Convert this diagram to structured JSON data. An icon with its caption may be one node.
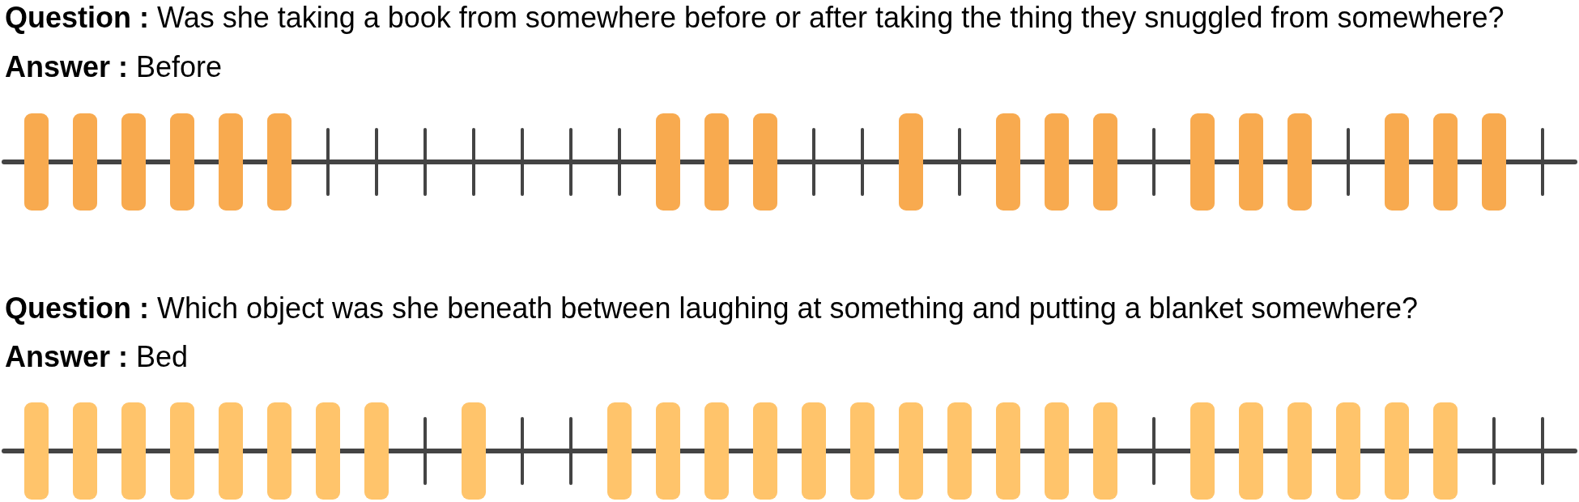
{
  "diagram": {
    "labels": [
      "**Question :** Was she taking a book from somewhere before or after taking the thing they snuggled from somewhere?",
      "**Answer :** Before",
      "**Question :** Which object was she beneath between laughing at something and putting a blanket somewhere?",
      "**Answer :** Bed"
    ]
  }
}
